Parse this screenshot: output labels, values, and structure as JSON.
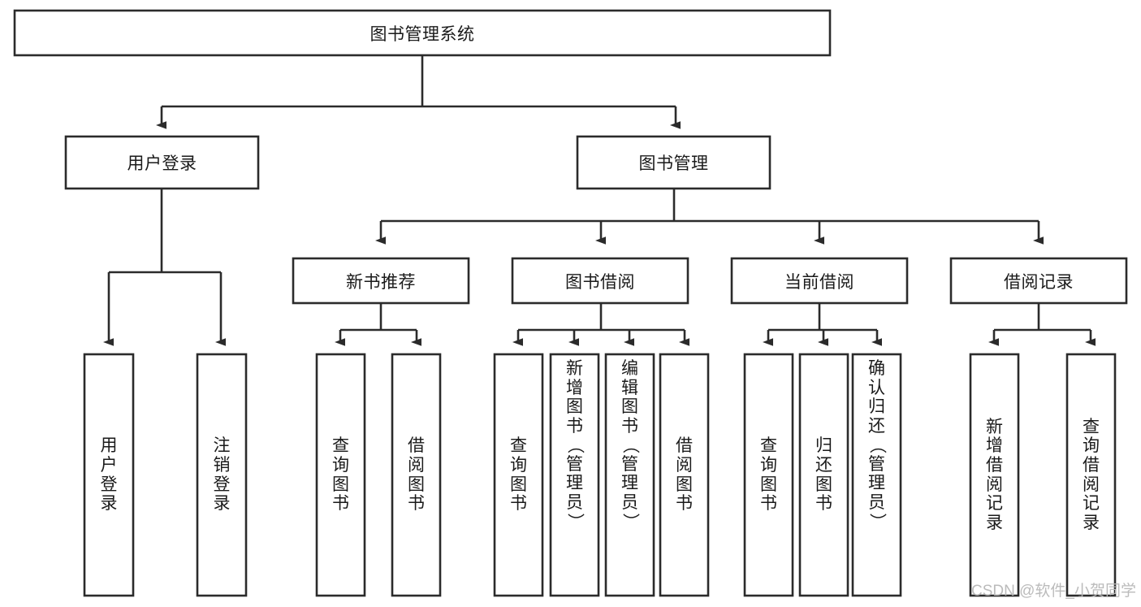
{
  "diagram": {
    "type": "tree-hierarchy-chart",
    "title": "图书管理系统",
    "root": {
      "label": "图书管理系统"
    },
    "level2": [
      {
        "label": "用户登录"
      },
      {
        "label": "图书管理"
      }
    ],
    "level3": [
      {
        "label": "新书推荐"
      },
      {
        "label": "图书借阅"
      },
      {
        "label": "当前借阅"
      },
      {
        "label": "借阅记录"
      }
    ],
    "leaves": {
      "user_login": [
        {
          "label": "用户登录"
        },
        {
          "label": "注销登录"
        }
      ],
      "new_book_recommend": [
        {
          "label": "查询图书"
        },
        {
          "label": "借阅图书"
        }
      ],
      "book_borrow": [
        {
          "label": "查询图书"
        },
        {
          "label": "新增图书（管理员）"
        },
        {
          "label": "编辑图书（管理员）"
        },
        {
          "label": "借阅图书"
        }
      ],
      "current_borrow": [
        {
          "label": "查询图书"
        },
        {
          "label": "归还图书"
        },
        {
          "label": "确认归还（管理员）"
        }
      ],
      "borrow_record": [
        {
          "label": "新增借阅记录"
        },
        {
          "label": "查询借阅记录"
        }
      ]
    }
  },
  "watermark": {
    "text": "CSDN @软件_小贺同学"
  },
  "colors": {
    "box_stroke": "#2b2b2b",
    "box_fill": "#ffffff",
    "text": "#1a1a1a",
    "background": "#ffffff",
    "watermark": "#b8b8b8"
  }
}
